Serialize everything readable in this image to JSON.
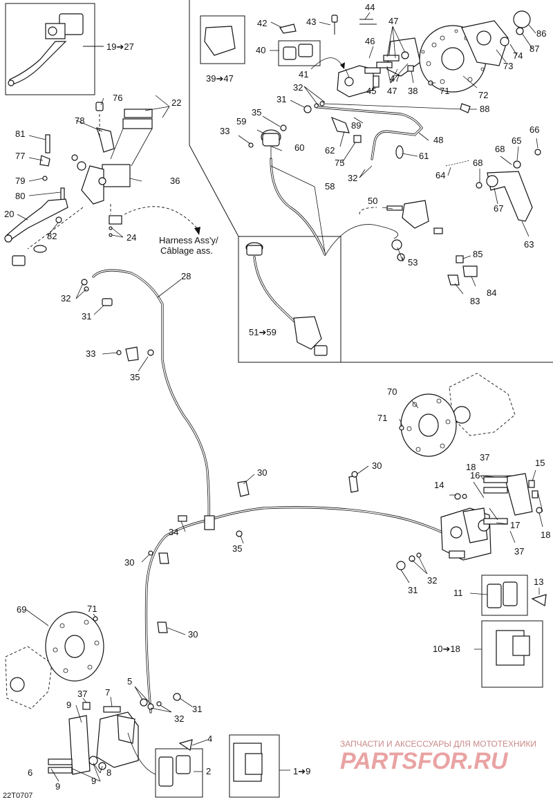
{
  "drawing_code": "22T0707",
  "harness_text": [
    "Harness Ass'y/",
    "Câblage ass."
  ],
  "watermark": {
    "line1": "ЗАПЧАСТИ И АКСЕССУАРЫ ДЛЯ МОТОТЕХНИКИ",
    "line2": "PARTSFOR.RU"
  },
  "ranges": {
    "r_19_27": "19➔27",
    "r_39_47": "39➔47",
    "r_51_59": "51➔59",
    "r_10_18": "10➔18",
    "r_1_9": "1➔9"
  },
  "callouts": {
    "c1": "1",
    "c2": "2",
    "c4": "4",
    "c5": "5",
    "c6": "6",
    "c7": "7",
    "c8": "8",
    "c9a": "9",
    "c9b": "9",
    "c9c": "9",
    "c11": "11",
    "c13": "13",
    "c14": "14",
    "c15": "15",
    "c16": "16",
    "c17": "17",
    "c18a": "18",
    "c18b": "18",
    "c20": "20",
    "c22": "22",
    "c24": "24",
    "c28": "28",
    "c30a": "30",
    "c30b": "30",
    "c30c": "30",
    "c30d": "30",
    "c31a": "31",
    "c31b": "31",
    "c31c": "31",
    "c31d": "31",
    "c32a": "32",
    "c32b": "32",
    "c32c": "32",
    "c32d": "32",
    "c32e": "32",
    "c33a": "33",
    "c33b": "33",
    "c34": "34",
    "c35a": "35",
    "c35b": "35",
    "c35c": "35",
    "c36": "36",
    "c37a": "37",
    "c37b": "37",
    "c37c": "37",
    "c38": "38",
    "c40": "40",
    "c41": "41",
    "c42": "42",
    "c43": "43",
    "c44": "44",
    "c45": "45",
    "c46": "46",
    "c47a": "47",
    "c47b": "47",
    "c47c": "47",
    "c48": "48",
    "c50": "50",
    "c53": "53",
    "c58": "58",
    "c59": "59",
    "c60": "60",
    "c61": "61",
    "c62": "62",
    "c63": "63",
    "c64": "64",
    "c65": "65",
    "c66": "66",
    "c67": "67",
    "c68a": "68",
    "c68b": "68",
    "c69": "69",
    "c70": "70",
    "c71a": "71",
    "c71b": "71",
    "c71c": "71",
    "c72": "72",
    "c73": "73",
    "c74": "74",
    "c75": "75",
    "c76": "76",
    "c77": "77",
    "c78": "78",
    "c79": "79",
    "c80": "80",
    "c81": "81",
    "c82": "82",
    "c83": "83",
    "c84": "84",
    "c85": "85",
    "c86": "86",
    "c87": "87",
    "c88": "88",
    "c89": "89"
  }
}
